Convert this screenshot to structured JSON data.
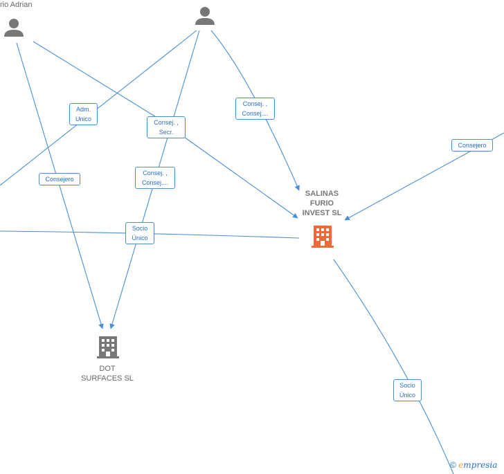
{
  "nodes": {
    "person_top_left_name": "rio Adrian",
    "salinas": [
      "SALINAS",
      "FURIO",
      "INVEST  SL"
    ],
    "dot": [
      "DOT",
      "SURFACES  SL"
    ]
  },
  "edge_labels": {
    "adm_unico": [
      "Adm.",
      "Unico"
    ],
    "consej_secr": [
      "Consej. ,",
      "Secr."
    ],
    "consej_consej_top": [
      "Consej. ,",
      "Consej...."
    ],
    "consej_consej_mid": [
      "Consej. ,",
      "Consej...."
    ],
    "consejero_left": [
      "Consejero"
    ],
    "consejero_right": [
      "Consejero"
    ],
    "socio_unico_mid": [
      "Socio",
      "Único"
    ],
    "socio_unico_bottom": [
      "Socio",
      "Único"
    ]
  },
  "branding": {
    "copyright": "©",
    "brand_initial": "e",
    "brand_rest": "mpresia"
  },
  "colors": {
    "edge": "#4a8fd6",
    "person_icon": "#777777",
    "company_main": "#f06a35",
    "company_other": "#777777"
  }
}
